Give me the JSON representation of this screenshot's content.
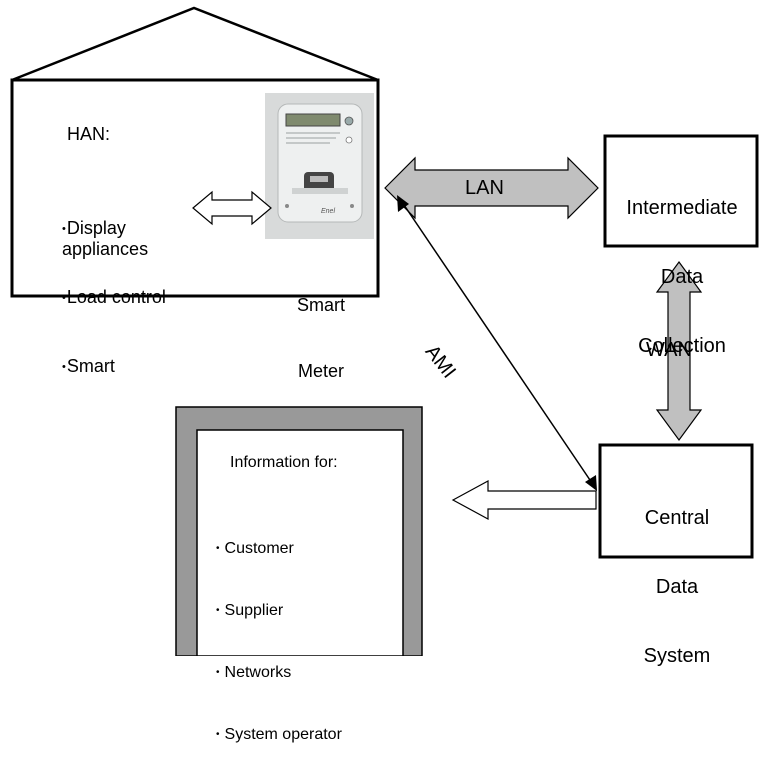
{
  "house": {
    "han_title": "HAN:",
    "han_items": [
      "Display",
      "Load control",
      "Smart",
      "appliances"
    ]
  },
  "meter": {
    "label_line1": "Smart",
    "label_line2": "Meter",
    "brand": "Enel"
  },
  "links": {
    "lan": "LAN",
    "wan": "WAN",
    "ami": "AMI"
  },
  "intermediate": {
    "line1": "Intermediate",
    "line2": "Data",
    "line3": "Collection"
  },
  "central": {
    "line1": "Central",
    "line2": "Data",
    "line3": "System"
  },
  "info": {
    "title": "Information for:",
    "items": [
      "Customer",
      "Supplier",
      "Networks",
      "System operator"
    ]
  },
  "colors": {
    "arrow_fill": "#c0c0c0",
    "frame_fill": "#999999",
    "meter_body": "#e8eaea"
  }
}
